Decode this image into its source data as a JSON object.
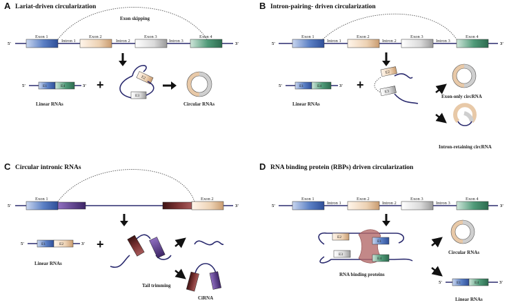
{
  "panels": {
    "a": {
      "letter": "A",
      "title": "Lariat-driven circularization",
      "skip_label": "Exon  skipping",
      "exons": [
        "Exon 1",
        "Exon 2",
        "Exon 3",
        "Exon 4"
      ],
      "introns": [
        "Intron 1",
        "Intron 2",
        "Intron 3"
      ],
      "end5": "5'",
      "end3": "3'",
      "linear_exons": [
        "E1",
        "E4"
      ],
      "circle_exons": [
        "E2",
        "E3"
      ],
      "plus": "+",
      "linear_label": "Linear RNAs",
      "circular_label": "Circular RNAs"
    },
    "b": {
      "letter": "B",
      "title": "Intron-pairing- driven circularization",
      "exons": [
        "Exon 1",
        "Exon 2",
        "Exon 3",
        "Exon 4"
      ],
      "introns": [
        "Intron 1",
        "Intron 2",
        "Intron 3"
      ],
      "end5": "5'",
      "end3": "3'",
      "linear_exons": [
        "E1",
        "E4"
      ],
      "pair_exons": [
        "E2",
        "E3"
      ],
      "plus": "+",
      "linear_label": "Linear RNAs",
      "exon_only_label": "Exon-only circRNA",
      "intron_retaining_label": "Intron-retaining circRNA"
    },
    "c": {
      "letter": "C",
      "title": "Circular intronic RNAs",
      "exons": [
        "Exon 1",
        "Exon 2"
      ],
      "end5": "5'",
      "end3": "3'",
      "linear_exons": [
        "E1",
        "E2"
      ],
      "plus": "+",
      "linear_label": "Linear RNAs",
      "tail_label": "Tail trimming",
      "cirna_label": "CiRNA"
    },
    "d": {
      "letter": "D",
      "title": "RNA binding protein (RBPs)  driven circularization",
      "exons": [
        "Exon 1",
        "Exon 2",
        "Exon 3",
        "Exon 4"
      ],
      "introns": [
        "Intron 1",
        "Intron 2",
        "Intron 3"
      ],
      "end5": "5'",
      "end3": "3'",
      "complex_exons": [
        "E2",
        "E1",
        "E3",
        "E4"
      ],
      "rbp_label": "RNA binding proteins",
      "circular_label": "Circular RNAs",
      "linear_exons": [
        "E1",
        "E4"
      ],
      "linear_label": "Linear RNAs"
    }
  },
  "colors": {
    "exon1": "#5a7fc4",
    "exon2": "#e8c9a8",
    "exon3": "#d0d0d0",
    "exon4": "#4f9a78",
    "intron_purple": "#5b3b88",
    "intron_maroon": "#6e2a2a",
    "rbp": "#b46a6a",
    "strand": "#2a2a6e"
  }
}
